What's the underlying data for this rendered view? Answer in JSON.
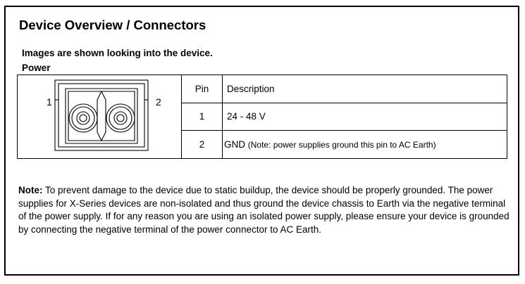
{
  "heading": {
    "title": "Device Overview / Connectors",
    "subtitle": "Images are shown looking into the device.",
    "section": "Power"
  },
  "connector": {
    "pin_left_label": "1",
    "pin_right_label": "2",
    "icon": "two-pin-terminal-block-icon"
  },
  "table": {
    "headers": {
      "pin": "Pin",
      "description": "Description"
    },
    "rows": [
      {
        "pin": "1",
        "description": "24 - 48 V",
        "note": ""
      },
      {
        "pin": "2",
        "description": "GND",
        "note": "(Note: power supplies ground this pin to AC Earth)"
      }
    ]
  },
  "note": {
    "label": "Note:",
    "text": "To prevent damage to the device due to static buildup, the device should be properly grounded. The power supplies for X-Series devices are non-isolated and thus ground the device chassis to Earth via the negative terminal of the power supply. If for any reason you are using an isolated power supply, please ensure your device is grounded by connecting the negative terminal of the power connector to AC Earth."
  }
}
